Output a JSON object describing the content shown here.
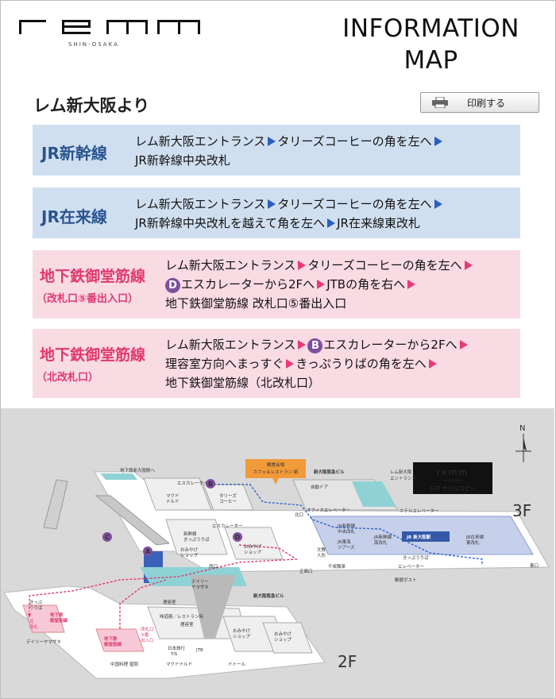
{
  "brand": {
    "logo_text": "remm",
    "logo_sub": "SHIN-OSAKA"
  },
  "title": {
    "line1": "INFORMATION",
    "line2": "MAP"
  },
  "from_label": "レム新大阪より",
  "print_button": {
    "label": "印刷する",
    "icon": "printer-icon"
  },
  "routes": [
    {
      "name": "JR新幹線",
      "color": "#2a548f",
      "line1": [
        "レム新大阪エントランス",
        "タリーズコーヒーの角を左へ",
        ""
      ],
      "line2": "JR新幹線中央改札"
    },
    {
      "name": "JR在来線",
      "color": "#2a548f",
      "line1": [
        "レム新大阪エントランス",
        "タリーズコーヒーの角を左へ",
        ""
      ],
      "line2": [
        "JR新幹線中央改札を越えて角を左へ",
        "JR在来線東改札"
      ]
    },
    {
      "name": "地下鉄御堂筋線",
      "sub": "（改札口⑤番出入口）",
      "color": "#e2386f",
      "line1": [
        "レム新大阪エントランス",
        "タリーズコーヒーの角を左へ",
        ""
      ],
      "line2": {
        "badge": "D",
        "text": "エスカレーターから2Fへ",
        "text2": "JTBの角を右へ"
      },
      "line3": "地下鉄御堂筋線 改札口⑤番出入口"
    },
    {
      "name": "地下鉄御堂筋線",
      "sub": "（北改札口）",
      "color": "#e2386f",
      "line1": {
        "pre": "レム新大阪エントランス",
        "badge": "B",
        "text": "エスカレーターから2Fへ"
      },
      "line2": [
        "理容室方向へまっすぐ",
        "きっぷうりばの角を左へ",
        ""
      ],
      "line3": "地下鉄御堂筋線（北改札口）"
    }
  ],
  "map": {
    "floors": {
      "upper": "3F",
      "lower": "2F"
    },
    "compass": "N",
    "lobby_box": {
      "logo": "remm",
      "sub": "SHIN-OSAKA",
      "label": "12F ホテルロビー"
    },
    "labels": {
      "chikatetsu_eki": "地下鉄新大阪駅へ",
      "escalator_b": "エスカレーター",
      "cafe_line1": "観食会場",
      "cafe_line2": "カフェ＆レストラン 紙",
      "hankyu_bldg": "新大阪阪急ビル",
      "remm_entrance_1": "レム新大阪",
      "remm_entrance_2": "エントランス",
      "jidou_door": "自動ドア",
      "office_elevator": "オフィスエレベーター",
      "hotel_elevator": "ホテルエレベーター",
      "mcdonalds_1": "マクド",
      "mcdonalds_2": "ナルド",
      "tullys_1": "タリーズ",
      "tullys_2": "コーヒー",
      "shinkansen_gate_1": "JR新幹線",
      "shinkansen_gate_2": "中央改札",
      "jr_tokai_1": "JR東海",
      "jr_tokai_2": "ツアーズ",
      "nanguchi_1": "JR新幹線",
      "nanguchi_2": "南改札",
      "jr_station": "JR 新大阪駅",
      "zairaisen_1": "JR在来線",
      "zairaisen_2": "東改札",
      "kitaguchi": "北口",
      "escalator_d": "エスカレーター",
      "shinki_kippu_1": "新幹線",
      "shinki_kippu_2": "きっぷうりば",
      "omiyage_1": "おみやげ",
      "omiyage_2": "ショップ",
      "bunkyo_1": "文教",
      "bunkyo_2": "人形",
      "kippu_uriba": "きっぷうりば",
      "nishiguchi": "西口",
      "shomen_kaidan": "正面口",
      "senbazuru": "千成瓢箪",
      "elevator": "エレベーター",
      "yubin_post": "郵便ポスト",
      "higashiguchi": "東口",
      "daily_yamazaki_1": "デイリー",
      "daily_yamazaki_2": "ヤマザキ",
      "riyoushitsu": "理容室",
      "hankyu_bldg_2": "新大阪阪急ビル",
      "kippu_2f_1": "きっぷ",
      "kippu_2f_2": "うりば",
      "kita_gate_1": "地下鉄",
      "kita_gate_2": "御堂筋線",
      "kita": "北",
      "kaisatsu": "改札",
      "daily_yamazaki_2f": "デイリーヤマザキ",
      "ajidou": "味道筋／レストラン街",
      "riyoushitsu_2f": "理容室",
      "kaisatsu_5_1": "改札口",
      "kaisatsu_5_2": "⑤番",
      "kaisatsu_5_3": "出入口",
      "subway_gate_2f_1": "地下鉄",
      "subway_gate_2f_2": "御堂筋線",
      "nippon_ryoko_1": "日本旅行",
      "nippon_ryoko_2": "TiS",
      "jtb": "JTB",
      "omiyage_2f_1": "おみやげ",
      "omiyage_2f_2": "ショップ",
      "omiyage_2f_3": "おみやげ",
      "omiyage_2f_4": "ショップ",
      "chugoku_ryori": "中国料理 皇闘",
      "mcdonalds_2f": "マクドナルド",
      "doutor": "ドトール",
      "badge_a": "A",
      "badge_b": "B",
      "badge_c": "C",
      "badge_d": "D"
    },
    "colors": {
      "platform": "#8fd2d6",
      "jr": "#3558a8",
      "route": "#e03a6e",
      "route_blue": "#2f66c8",
      "building": "#e8e8e8",
      "map_bg": "#d9d9d9"
    }
  }
}
